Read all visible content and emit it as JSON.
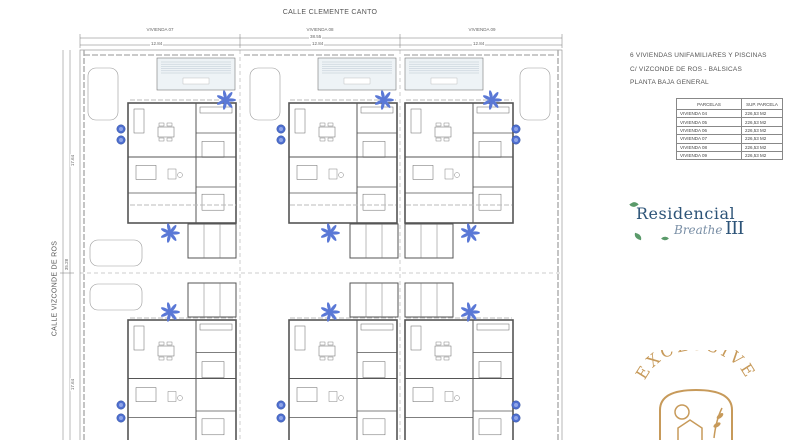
{
  "street_top": "CALLE CLEMENTE CANTO",
  "street_left": "CALLE VIZCONDE DE ROS",
  "houses": [
    {
      "label": "VIVIENDA 07",
      "width": "12.84"
    },
    {
      "label": "VIVIENDA 08",
      "width": "12.84"
    },
    {
      "label": "VIVIENDA 09",
      "width": "12.84"
    }
  ],
  "total_width": "38.55",
  "height_total": "35.28",
  "height_top": "17.64",
  "height_bottom": "17.64",
  "info_lines": [
    "6 VIVIENDAS UNIFAMILIARES Y PISCINAS",
    "C/ VIZCONDE DE ROS - BALSICAS",
    "PLANTA BAJA GENERAL"
  ],
  "parcel_table": {
    "headers": [
      "PARCELAS",
      "SUP. PARCELA"
    ],
    "rows": [
      [
        "VIVIENDA 04",
        "226,53 M2"
      ],
      [
        "VIVIENDA 05",
        "226,53 M2"
      ],
      [
        "VIVIENDA 06",
        "226,53 M2"
      ],
      [
        "VIVIENDA 07",
        "226,53 M2"
      ],
      [
        "VIVIENDA 08",
        "226,53 M2"
      ],
      [
        "VIVIENDA 09",
        "226,53 M2"
      ]
    ]
  },
  "logo": {
    "main": "Residencial",
    "sub": "Breathe",
    "numeral": "III",
    "color": "#2d5478"
  },
  "badge": {
    "text": "EXCLUSIVE",
    "color": "#c79a5a"
  }
}
